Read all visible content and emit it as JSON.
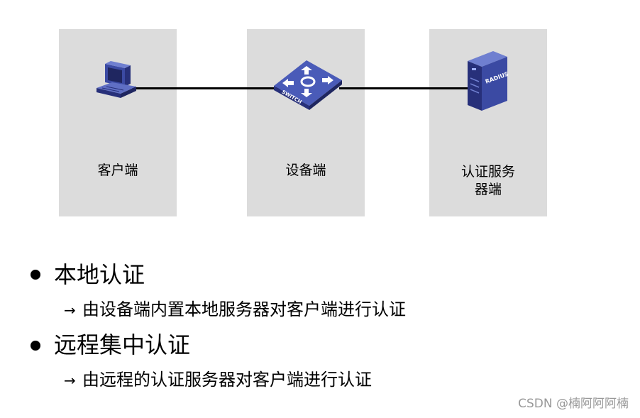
{
  "diagram": {
    "client": {
      "label": "客户端",
      "icon": "pc-icon"
    },
    "device": {
      "label": "设备端",
      "icon": "switch-icon",
      "icon_text": "SWITCH"
    },
    "server": {
      "label_line1": "认证服务",
      "label_line2": "器端",
      "icon": "server-icon",
      "icon_text": "RADIUS"
    }
  },
  "list": [
    {
      "heading": "本地认证",
      "arrow": "→",
      "detail": "由设备端内置本地服务器对客户端进行认证"
    },
    {
      "heading": "远程集中认证",
      "arrow": "→",
      "detail": "由远程的认证服务器对客户端进行认证"
    }
  ],
  "watermark": "CSDN @楠阿阿阿楠",
  "colors": {
    "panel": "#dcdcdc",
    "device_blue": "#3b4aa3",
    "device_blue_dark": "#27307a",
    "device_blue_light": "#6f7fd0"
  }
}
